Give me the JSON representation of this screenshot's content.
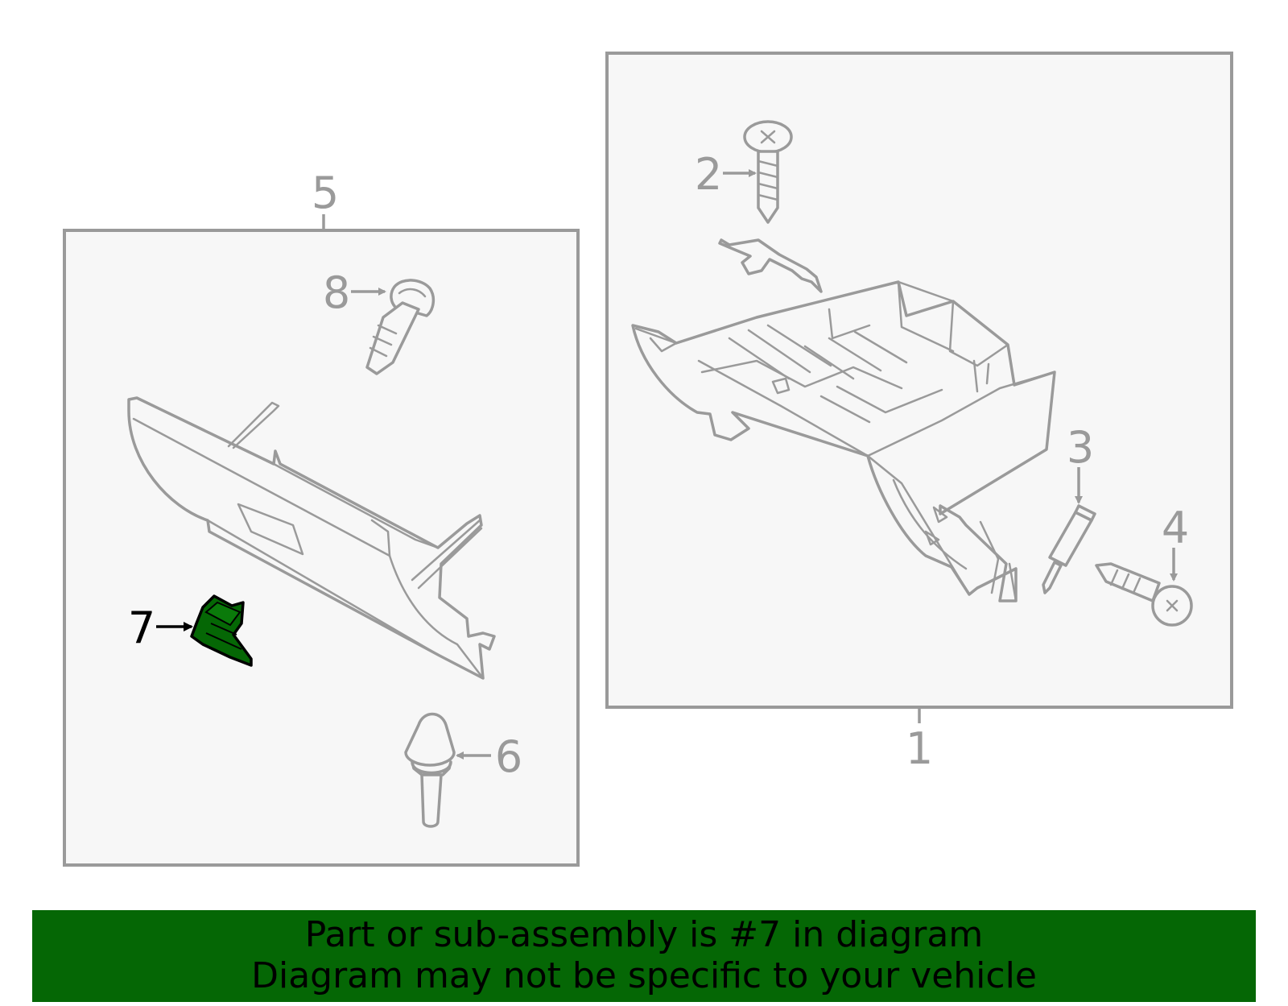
{
  "callouts": {
    "c1": "1",
    "c2": "2",
    "c3": "3",
    "c4": "4",
    "c5": "5",
    "c6": "6",
    "c7": "7",
    "c8": "8"
  },
  "highlighted_part": "7",
  "banner": {
    "line1": "Part or sub-assembly is #7 in diagram",
    "line2": "Diagram may not be specific to your vehicle"
  },
  "colors": {
    "highlight": "#056705",
    "line": "#9a9a9a",
    "panel": "#f7f7f7"
  }
}
